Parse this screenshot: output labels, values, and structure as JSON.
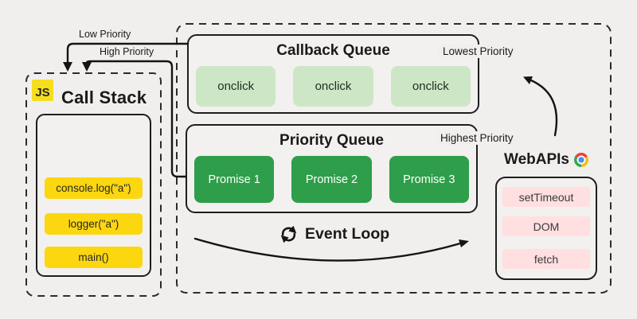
{
  "arrows": {
    "low_priority_label": "Low Priority",
    "high_priority_label": "High Priority"
  },
  "call_stack": {
    "badge": "JS",
    "title": "Call Stack",
    "frames": [
      "console.log(\"a\")",
      "logger(\"a\")",
      "main()"
    ]
  },
  "callback_queue": {
    "title": "Callback Queue",
    "priority_label": "Lowest Priority",
    "items": [
      "onclick",
      "onclick",
      "onclick"
    ]
  },
  "priority_queue": {
    "title": "Priority Queue",
    "priority_label": "Highest Priority",
    "items": [
      "Promise 1",
      "Promise 2",
      "Promise 3"
    ]
  },
  "event_loop": {
    "label": "Event Loop"
  },
  "web_apis": {
    "title": "WebAPIs",
    "items": [
      "setTimeout",
      "DOM",
      "fetch"
    ]
  },
  "colors": {
    "background": "#f0efed",
    "stack_frame_yellow": "#fcd70f",
    "js_badge_yellow": "#f6de1f",
    "callback_light_green": "#cde7c6",
    "promise_dark_green": "#2e9e4a",
    "webapi_pink": "#ffdfdf",
    "line_black": "#141414"
  }
}
